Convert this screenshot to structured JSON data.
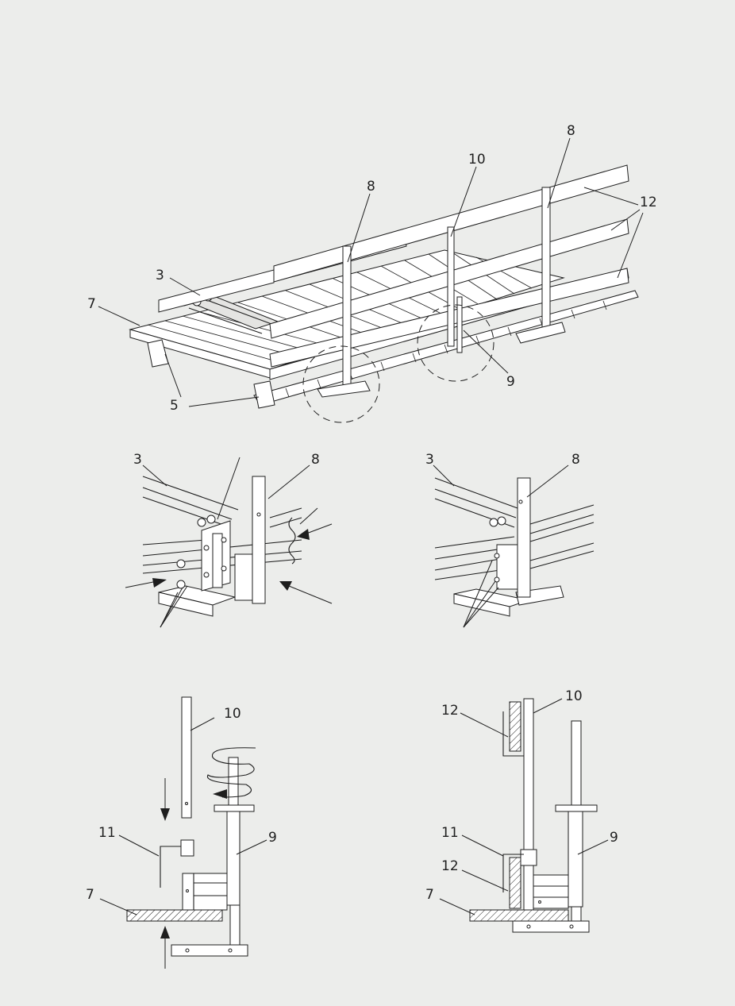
{
  "figure": {
    "overview": {
      "callouts": [
        "3",
        "5",
        "7",
        "8",
        "8",
        "9",
        "10",
        "12"
      ]
    },
    "detail_left": {
      "callouts": [
        "3",
        "8"
      ]
    },
    "detail_right": {
      "callouts": [
        "3",
        "8"
      ]
    },
    "section_left": {
      "callouts": [
        "7",
        "9",
        "10",
        "11"
      ]
    },
    "section_right": {
      "callouts": [
        "7",
        "9",
        "10",
        "11",
        "12",
        "12"
      ]
    }
  }
}
